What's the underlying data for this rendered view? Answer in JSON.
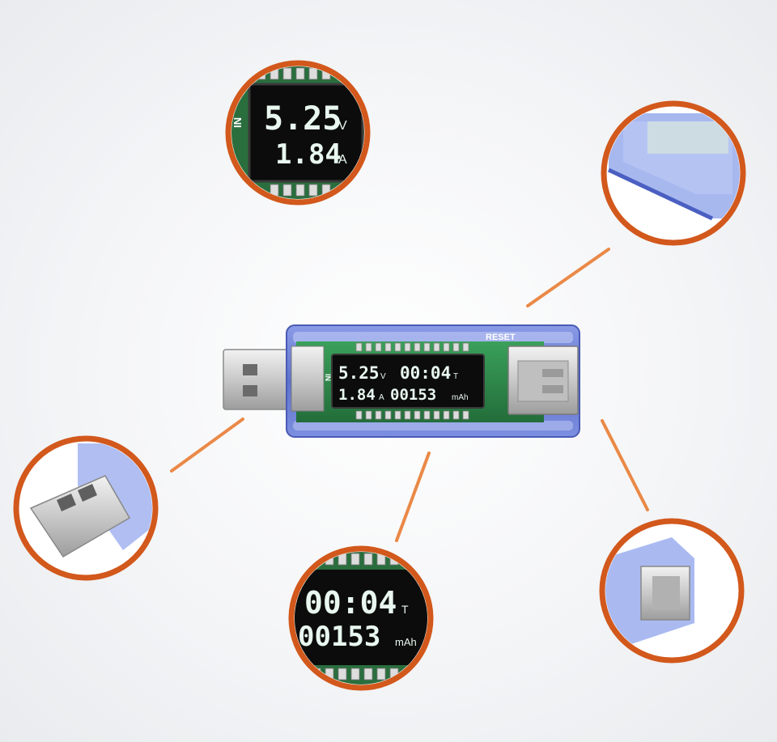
{
  "device": {
    "port_label": "RESET",
    "input_label": "IN",
    "voltage": "5.25",
    "voltage_unit": "V",
    "current": "1.84",
    "current_unit": "A",
    "time": "00:04",
    "time_unit": "T",
    "capacity": "00153",
    "capacity_unit": "mAh"
  },
  "zoom_voltage": {
    "voltage": "5.25",
    "voltage_unit": "V",
    "current": "1.84",
    "current_unit": "A",
    "side_label": "IN"
  },
  "zoom_time": {
    "time": "00:04",
    "time_unit": "T",
    "capacity": "00153",
    "capacity_unit": "mAh"
  },
  "colors": {
    "ring": "#d2581c",
    "connector_line": "#e87628",
    "case_blue": "#6a7fd8",
    "pcb": "#2c8b4a",
    "lcd": "#0c0c0c",
    "segment": "#e8f7ef"
  },
  "icons": {
    "usb_plug": "usb-a-plug-icon",
    "usb_socket": "usb-a-socket-icon"
  }
}
